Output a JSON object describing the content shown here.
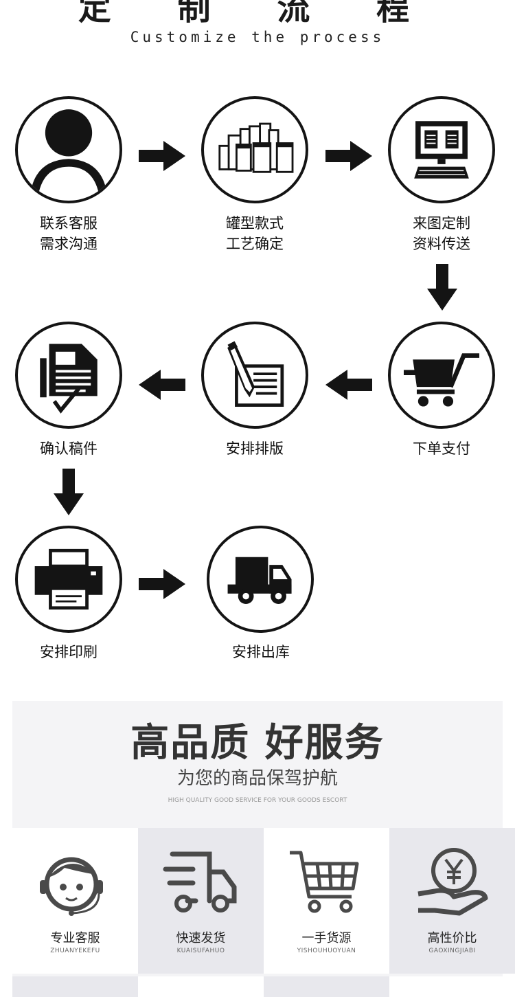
{
  "header": {
    "title": "定 制 流 程",
    "subtitle": "Customize the process"
  },
  "steps": [
    {
      "line1": "联系客服",
      "line2": "需求沟通",
      "icon": "person-icon"
    },
    {
      "line1": "罐型款式",
      "line2": "工艺确定",
      "icon": "cans-icon"
    },
    {
      "line1": "来图定制",
      "line2": "资料传送",
      "icon": "computer-icon"
    },
    {
      "line1": "下单支付",
      "icon": "cart-icon"
    },
    {
      "line1": "安排排版",
      "icon": "pen-document-icon"
    },
    {
      "line1": "确认稿件",
      "icon": "document-check-icon"
    },
    {
      "line1": "安排印刷",
      "icon": "printer-icon"
    },
    {
      "line1": "安排出库",
      "icon": "truck-icon"
    }
  ],
  "services": {
    "title": "高品质 好服务",
    "subtitle": "为您的商品保驾护航",
    "subtitle_en": "HIGH QUALITY GOOD SERVICE FOR YOUR GOODS ESCORT",
    "items": [
      {
        "cn": "专业客服",
        "en": "ZHUANYEKEFU",
        "icon": "headset-agent-icon"
      },
      {
        "cn": "快速发货",
        "en": "KUAISUFAHUO",
        "icon": "fast-truck-icon"
      },
      {
        "cn": "一手货源",
        "en": "YISHOUHUOYUAN",
        "icon": "shopping-cart-icon"
      },
      {
        "cn": "高性价比",
        "en": "GAOXINGJIABI",
        "icon": "yen-hand-icon"
      }
    ]
  },
  "colors": {
    "ink": "#141414",
    "tile": "#e8e8ed",
    "panel": "#f4f4f6",
    "icon_gray": "#4a4a4a"
  }
}
